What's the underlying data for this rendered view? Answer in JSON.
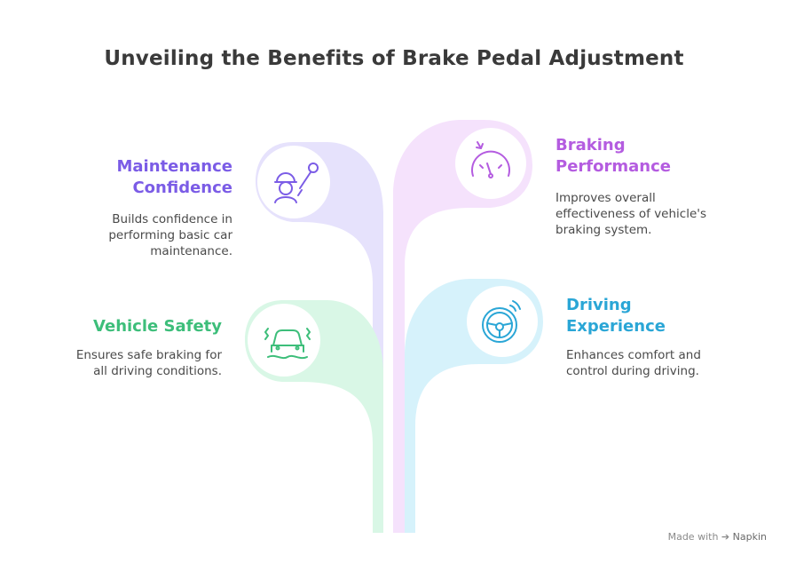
{
  "title": "Unveiling the Benefits of Brake Pedal Adjustment",
  "colors": {
    "maintenance": "#7B5CE6",
    "braking": "#B45CE0",
    "safety": "#3DBE7A",
    "driving": "#2AA6D6",
    "maintenance_fill": "#E6E2FC",
    "braking_fill": "#F5E2FC",
    "safety_fill": "#D9F7E6",
    "driving_fill": "#D6F2FB"
  },
  "items": {
    "maintenance": {
      "heading": "Maintenance\nConfidence",
      "description": "Builds confidence in\nperforming basic car\nmaintenance.",
      "icon": "mechanic-wrench-icon"
    },
    "braking": {
      "heading": "Braking\nPerformance",
      "description": "Improves overall\neffectiveness of vehicle's\nbraking system.",
      "icon": "gauge-icon"
    },
    "safety": {
      "heading": "Vehicle Safety",
      "description": "Ensures safe braking for\nall driving conditions.",
      "icon": "car-skid-icon"
    },
    "driving": {
      "heading": "Driving\nExperience",
      "description": "Enhances comfort and\ncontrol during driving.",
      "icon": "steering-wheel-icon"
    }
  },
  "footer": {
    "prefix": "Made with",
    "brand": "Napkin"
  }
}
